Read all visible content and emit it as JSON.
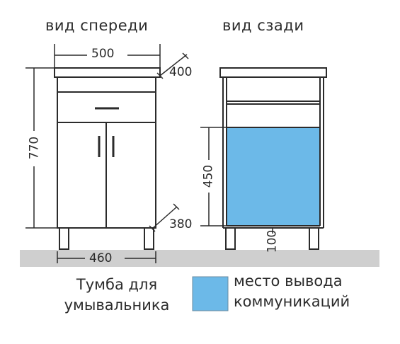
{
  "views": {
    "front_title": "вид спереди",
    "back_title": "вид сзади"
  },
  "dimensions": {
    "width_top": "500",
    "depth_top": "400",
    "height_total": "770",
    "depth_base": "380",
    "width_base": "460",
    "zone_height": "450",
    "zone_offset": "100"
  },
  "caption": {
    "line1": "Тумба для",
    "line2": "умывальника"
  },
  "legend": {
    "line1": "место вывода",
    "line2": "коммуникаций",
    "swatch_color": "#6cb9e8"
  },
  "colors": {
    "outline": "#2b2b2b",
    "floor": "#cfcfcf",
    "zone_fill": "#6cb9e8"
  }
}
